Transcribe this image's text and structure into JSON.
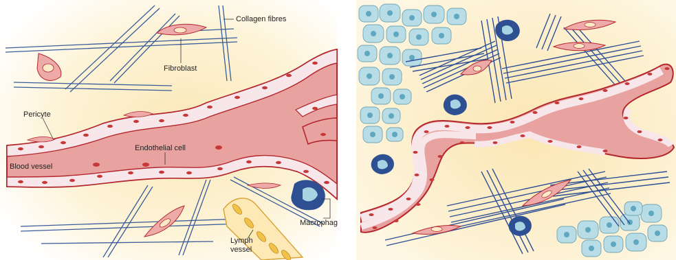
{
  "left_panel": {
    "labels": {
      "collagen": "Collagen fibres",
      "fibroblast": "Fibroblast",
      "pericyte": "Pericyte",
      "endothelial": "Endothelial cell",
      "blood_vessel": "Blood vessel",
      "macrophage": "Macrophag",
      "lymph_line1": "Lymph",
      "lymph_line2": "vessel"
    }
  },
  "colors": {
    "background_glow": "#fdf1cf",
    "vessel_fill": "#e8a3a0",
    "vessel_outline": "#b3262c",
    "endothelial_fill": "#f7e6ea",
    "nucleus": "#c73838",
    "collagen": "#3a5d99",
    "fibroblast_fill": "#eeaaa8",
    "macrophage": "#2e4f92",
    "tumour_cell_fill": "#b8dde6",
    "lymph_fill": "#f0c24a"
  }
}
